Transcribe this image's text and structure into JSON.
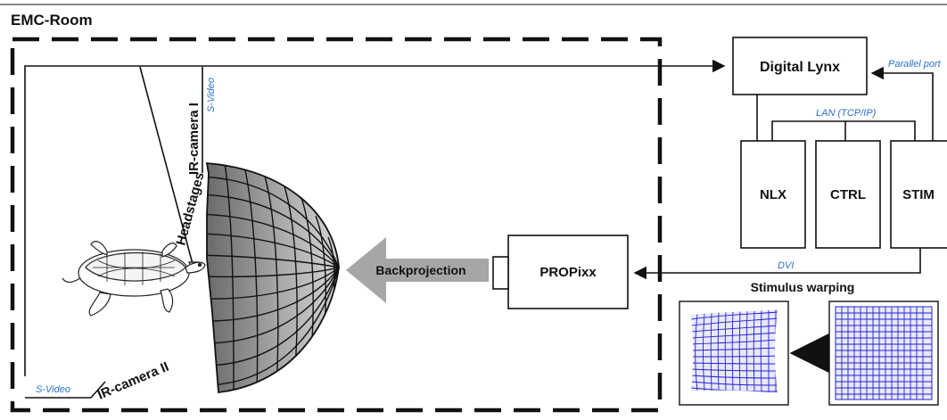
{
  "diagram": {
    "room_label": "EMC-Room",
    "digital_lynx": "Digital Lynx",
    "parallel_port": "Parallel port",
    "lan": "LAN (TCP/IP)",
    "nlx": "NLX",
    "ctrl": "CTRL",
    "stim": "STIM",
    "dvi": "DVI",
    "propixx": "PROPixx",
    "backprojection": "Backprojection",
    "stimulus_warping": "Stimulus warping",
    "svideo_top": "S-Video",
    "svideo_bottom": "S-Video",
    "ir_camera_1": "IR-camera I",
    "ir_camera_2": "IR-camera II",
    "headstages": "Headstages"
  },
  "colors": {
    "line": "#111111",
    "accent_blue": "#2a70c8",
    "grid_blue": "#2222cc",
    "dome_dark": "#6a6a6a",
    "dome_light": "#c8c8c8",
    "arrow_gray": "#a6a6a6"
  }
}
